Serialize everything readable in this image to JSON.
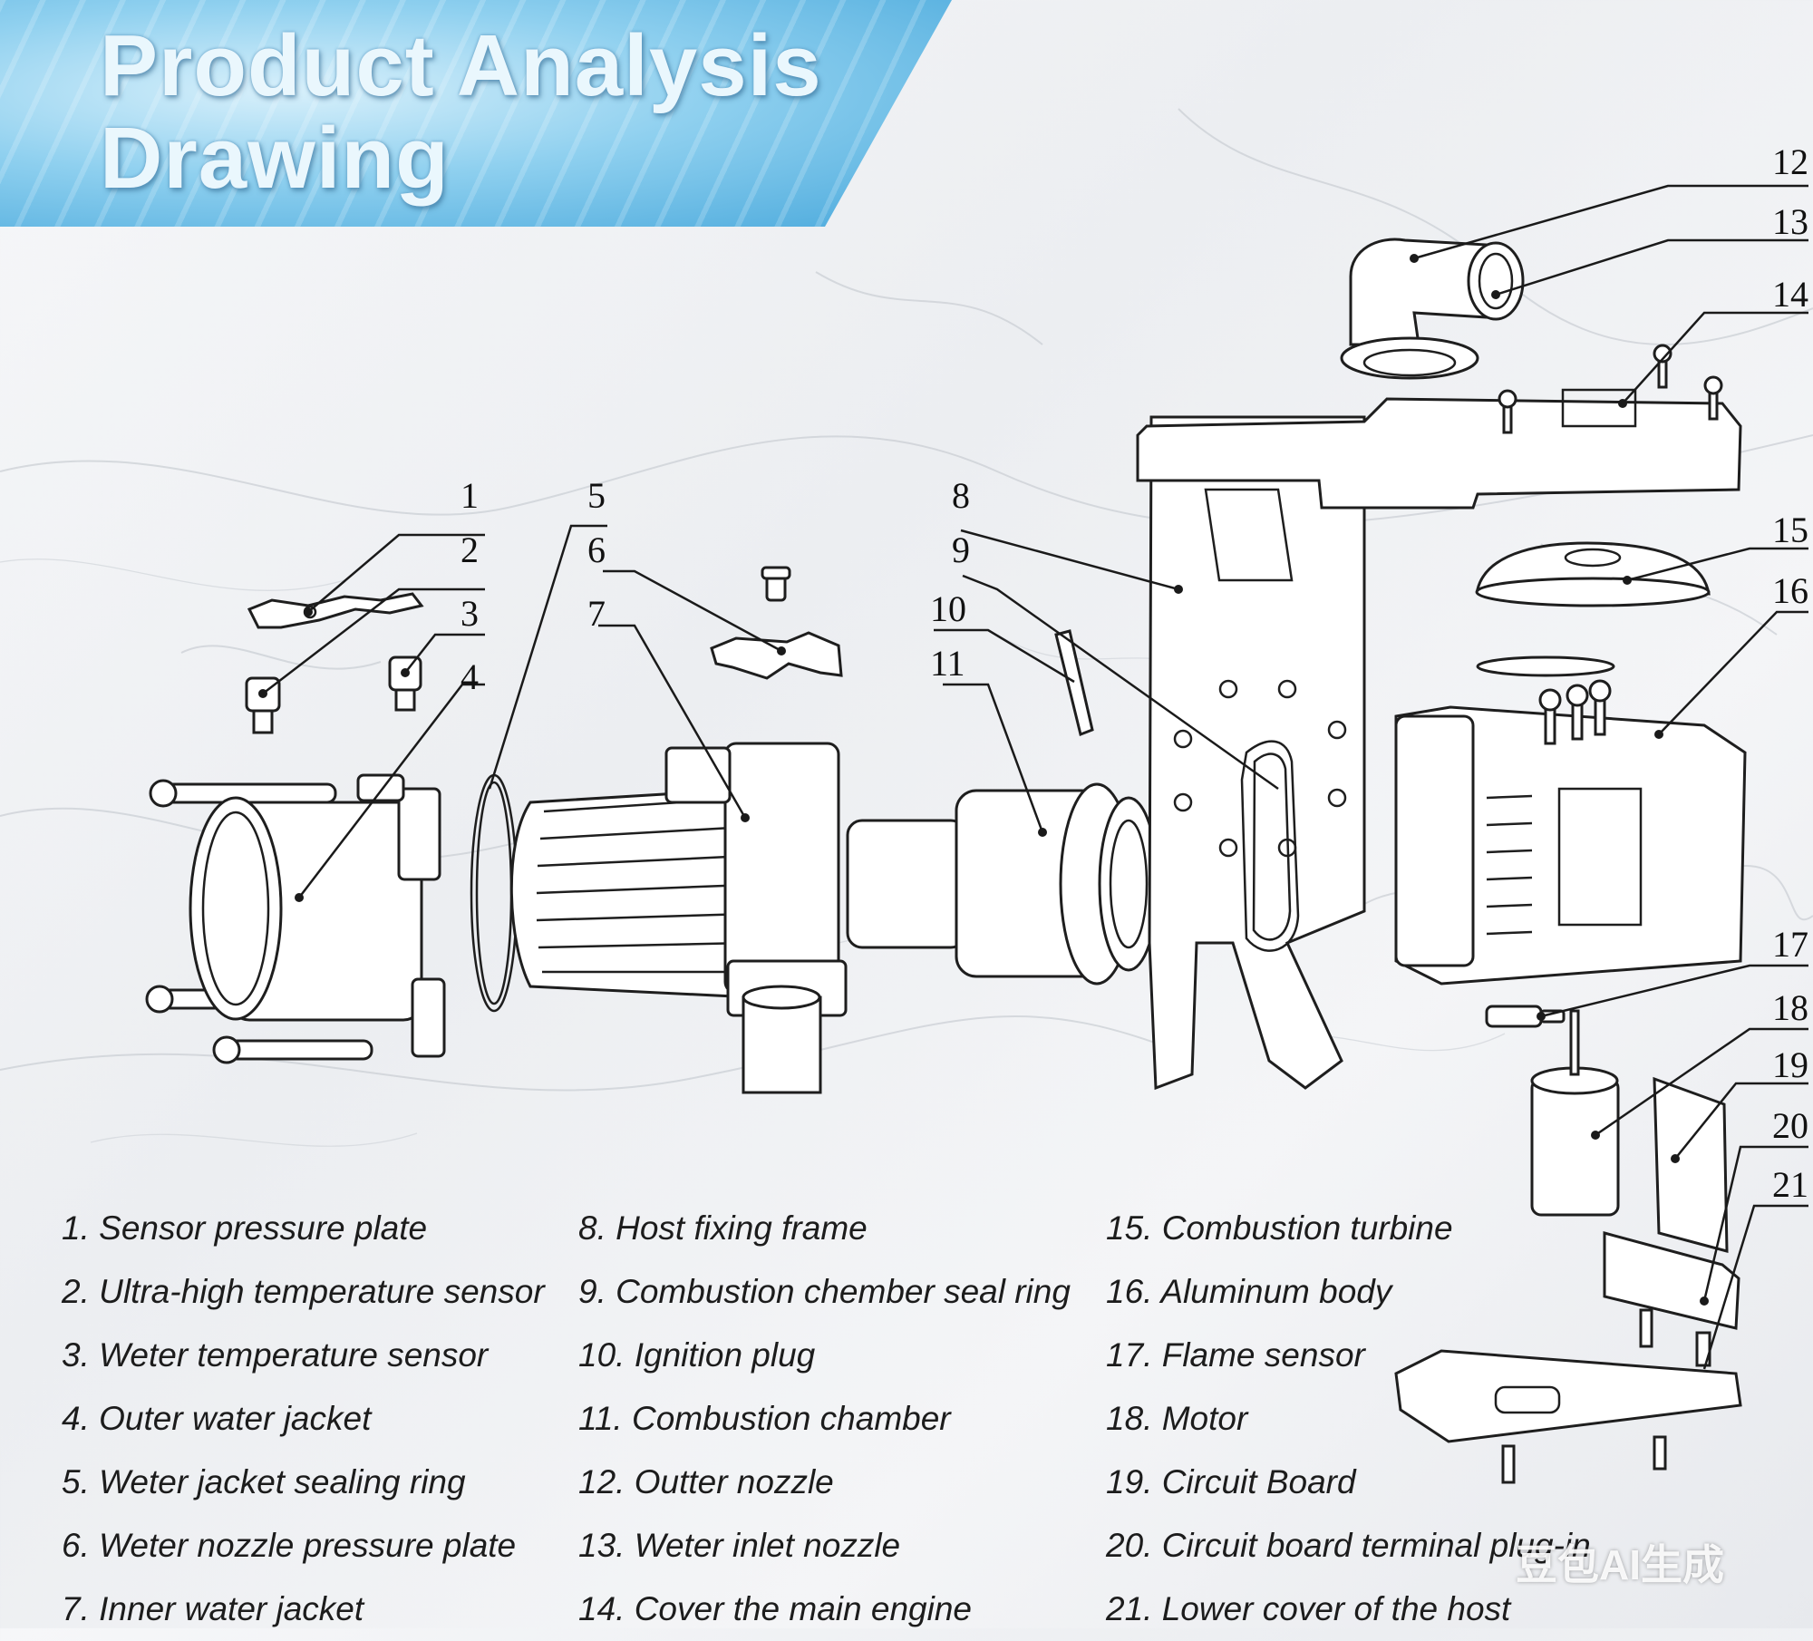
{
  "title": {
    "line1": "Product Analysis",
    "line2": "Drawing"
  },
  "callouts": [
    "1",
    "2",
    "3",
    "4",
    "5",
    "6",
    "7",
    "8",
    "9",
    "10",
    "11",
    "12",
    "13",
    "14",
    "15",
    "16",
    "17",
    "18",
    "19",
    "20",
    "21"
  ],
  "legend": {
    "column1": [
      "1. Sensor pressure plate",
      "2. Ultra-high temperature sensor",
      "3. Weter temperature sensor",
      "4. Outer water jacket",
      "5. Weter jacket sealing ring",
      "6. Weter nozzle pressure plate",
      "7. Inner water jacket"
    ],
    "column2": [
      "8. Host fixing frame",
      "9. Combustion chember seal ring",
      "10. Ignition plug",
      "11. Combustion chamber",
      "12. Outter nozzle",
      "13. Weter inlet nozzle",
      "14. Cover the main engine"
    ],
    "column3": [
      "15. Combustion turbine",
      "16. Aluminum body",
      "17. Flame sensor",
      "18. Motor",
      "19. Circuit Board",
      "20. Circuit board terminal plug-in",
      "21. Lower cover of the host"
    ]
  },
  "watermark": "豆包AI生成",
  "colors": {
    "banner": "#5ab4e2",
    "title": "#eaf7fd",
    "ink": "#1e1e1e",
    "marble": "#eceef1"
  }
}
